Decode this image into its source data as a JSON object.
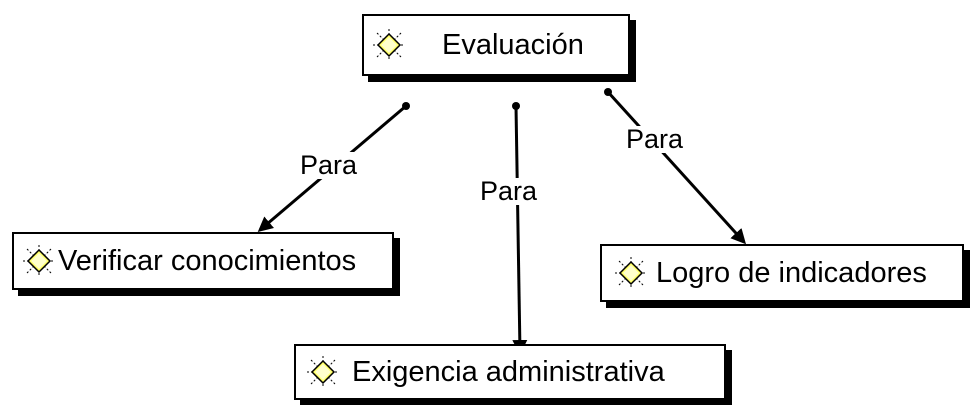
{
  "diagram": {
    "root": {
      "label": "Evaluación",
      "icon": "diamond-icon"
    },
    "children": [
      {
        "label": "Verificar conocimientos",
        "icon": "diamond-icon",
        "link_label": "Para"
      },
      {
        "label": "Exigencia administrativa",
        "icon": "diamond-icon",
        "link_label": "Para"
      },
      {
        "label": "Logro de indicadores",
        "icon": "diamond-icon",
        "link_label": "Para"
      }
    ]
  },
  "colors": {
    "icon_fill": "#ffff66",
    "icon_border": "#000000",
    "line": "#000000"
  }
}
